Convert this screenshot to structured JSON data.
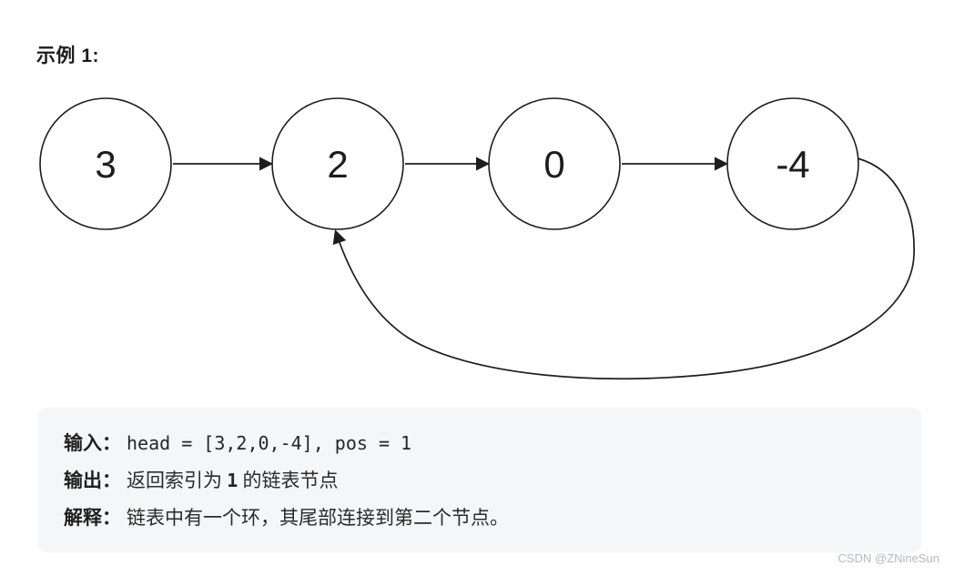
{
  "title": "示例 1:",
  "diagram": {
    "type": "linked-list-with-cycle",
    "nodes": [
      {
        "value": "3"
      },
      {
        "value": "2"
      },
      {
        "value": "0"
      },
      {
        "value": "-4"
      }
    ],
    "edges": [
      {
        "from": "3",
        "to": "2",
        "type": "next"
      },
      {
        "from": "2",
        "to": "0",
        "type": "next"
      },
      {
        "from": "0",
        "to": "-4",
        "type": "next"
      },
      {
        "from": "-4",
        "to": "2",
        "type": "cycle"
      }
    ]
  },
  "example_block": {
    "input_label": "输入：",
    "input_value": "head = [3,2,0,-4], pos = 1",
    "output_label": "输出：",
    "output_prefix": "返回索引为 ",
    "output_code": "1",
    "output_suffix": " 的链表节点",
    "explanation_label": "解释：",
    "explanation_value": "链表中有一个环，其尾部连接到第二个节点。"
  },
  "watermark": "CSDN @ZNineSun",
  "colors": {
    "diagram_stroke": "#1d1d1d",
    "block_background": "#f5f6f7",
    "text": "#262626",
    "watermark": "#b4b9bd"
  }
}
